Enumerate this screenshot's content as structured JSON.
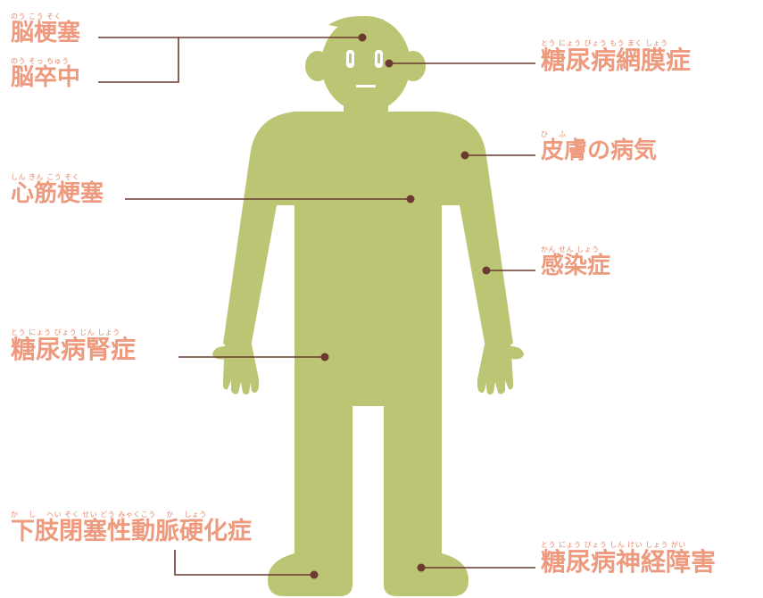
{
  "colors": {
    "body": "#bcc573",
    "face": "#ffffff",
    "line": "#6b3a30",
    "label": "#ee9a7e",
    "ruby": "#e5876b"
  },
  "labels": {
    "brain_infarction": {
      "ruby": "のう こう そく",
      "text": "脳梗塞"
    },
    "stroke": {
      "ruby": "のう そっ ちゅう",
      "text": "脳卒中"
    },
    "retinopathy": {
      "ruby": "とう にょう びょう もう まく しょう",
      "text": "糖尿病網膜症"
    },
    "skin_disease": {
      "ruby": "ひ　 ふ",
      "text": "皮膚の病気"
    },
    "myocardial_infarction": {
      "ruby": "しん きん こう そく",
      "text": "心筋梗塞"
    },
    "infection": {
      "ruby": "かん せん しょう",
      "text": "感染症"
    },
    "nephropathy": {
      "ruby": "とう にょう びょう じん しょう",
      "text": "糖尿病腎症"
    },
    "pad": {
      "ruby": "か　 し　 へい そく せい どう みゃくこう　 か　 しょう",
      "text": "下肢閉塞性動脈硬化症"
    },
    "neuropathy": {
      "ruby": "とう にょう びょう しん けい しょう がい",
      "text": "糖尿病神経障害"
    }
  }
}
